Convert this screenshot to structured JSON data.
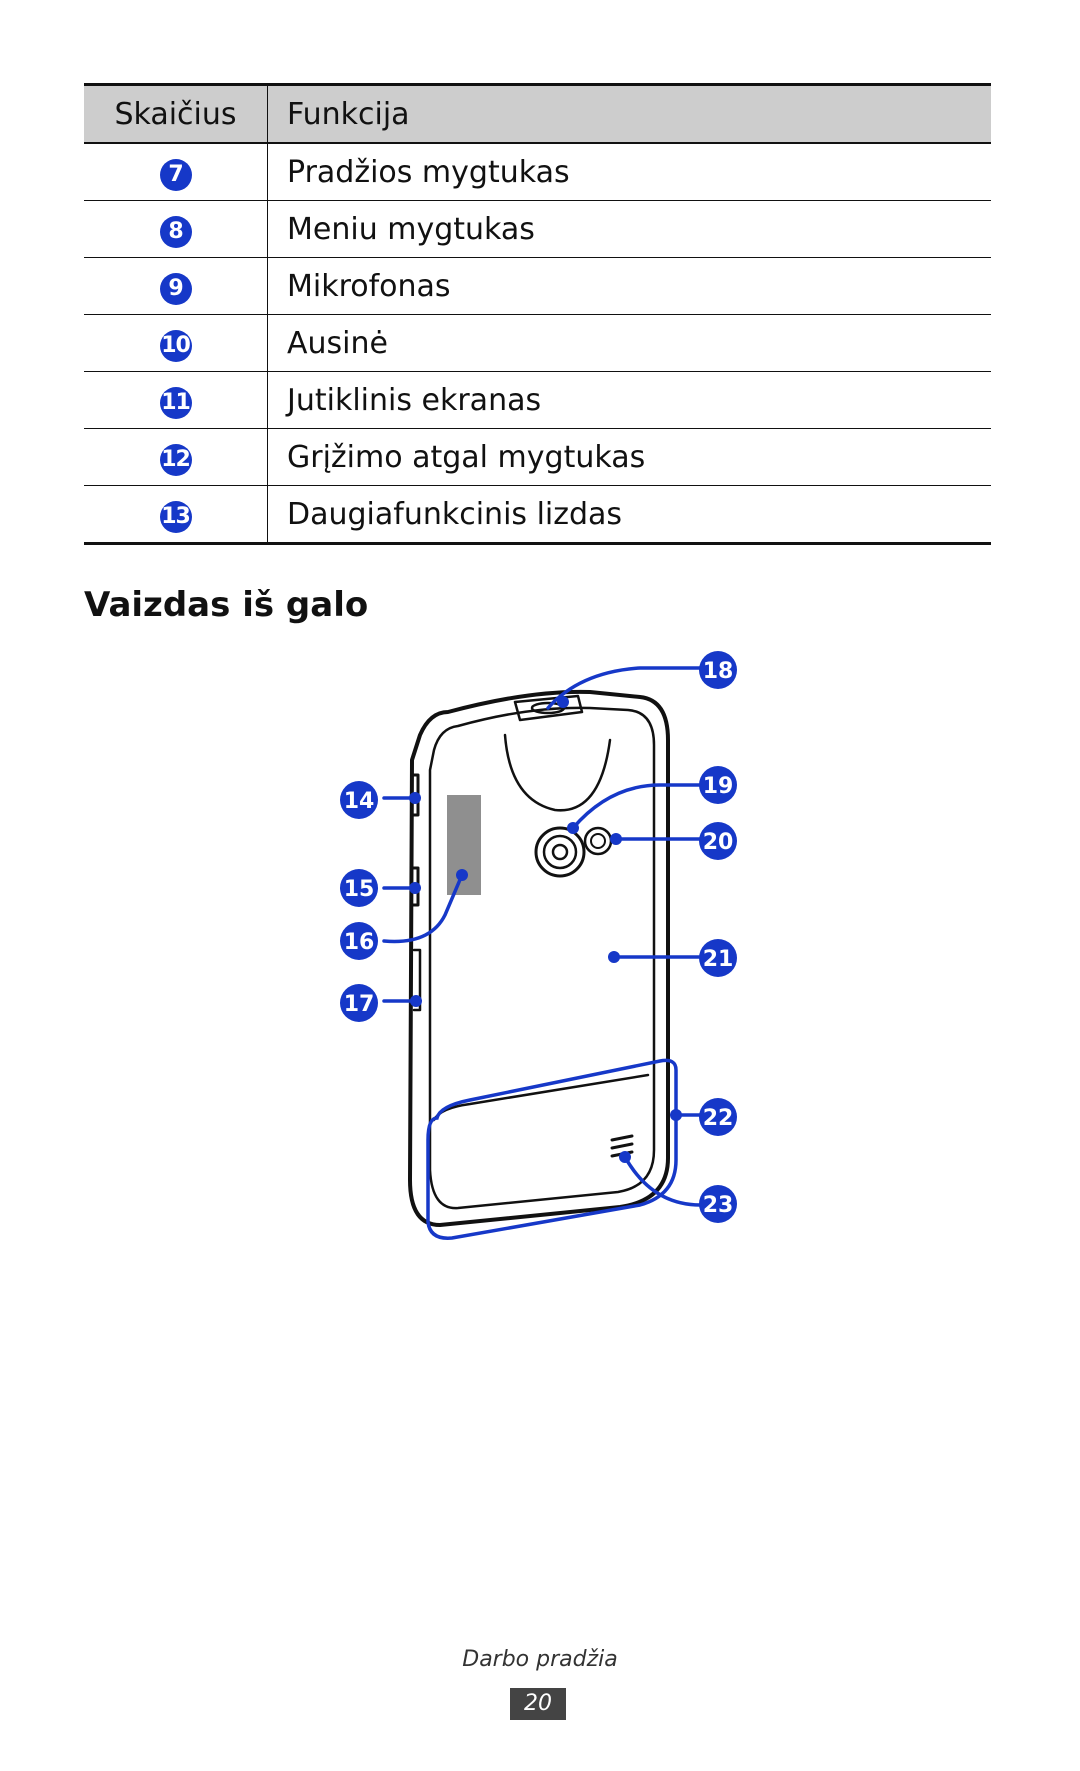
{
  "table": {
    "headers": [
      "Skaičius",
      "Funkcija"
    ],
    "rows": [
      {
        "num": "7",
        "label": "Pradžios mygtukas"
      },
      {
        "num": "8",
        "label": "Meniu mygtukas"
      },
      {
        "num": "9",
        "label": "Mikrofonas"
      },
      {
        "num": "10",
        "label": "Ausinė"
      },
      {
        "num": "11",
        "label": "Jutiklinis ekranas"
      },
      {
        "num": "12",
        "label": "Grįžimo atgal mygtukas"
      },
      {
        "num": "13",
        "label": "Daugiafunkcinis lizdas"
      }
    ]
  },
  "section_title": "Vaizdas iš galo",
  "callouts": [
    "14",
    "15",
    "16",
    "17",
    "18",
    "19",
    "20",
    "21",
    "22",
    "23"
  ],
  "footer": {
    "label": "Darbo pradžia",
    "page": "20"
  },
  "colors": {
    "callout_blue": "#1638c8",
    "header_gray": "#cdcdcd"
  }
}
